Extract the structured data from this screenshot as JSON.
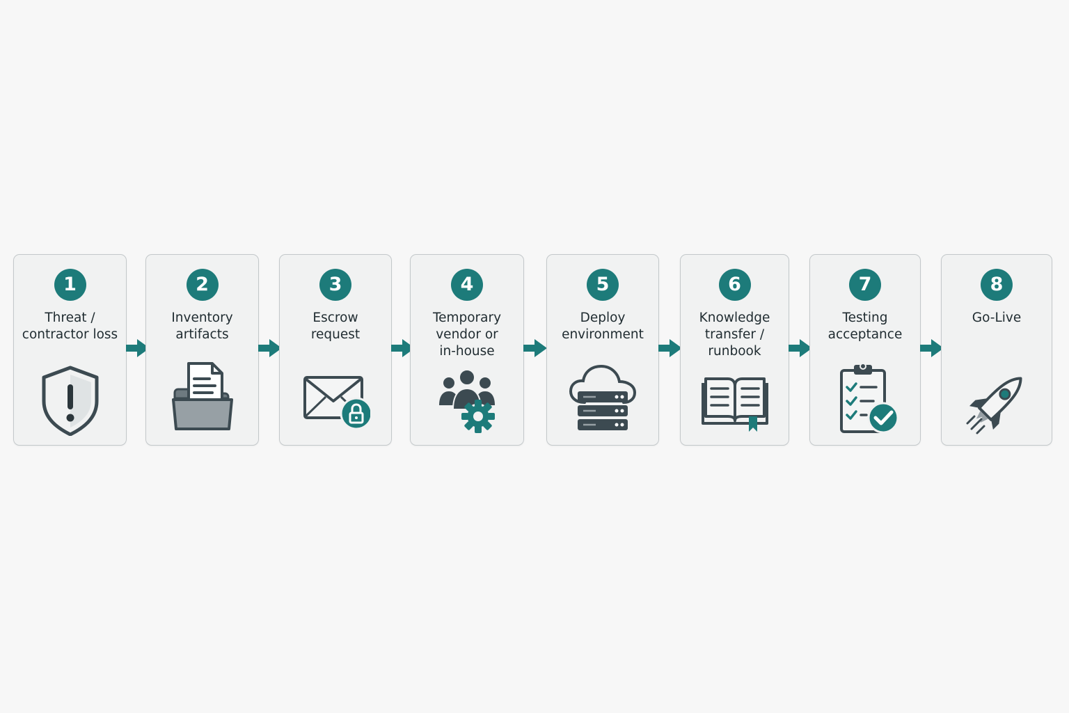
{
  "colors": {
    "accent": "#1d7b7a",
    "icon_dark": "#3c4a51",
    "icon_grey": "#97a0a5",
    "card_bg": "#f1f2f2",
    "card_border": "#c3c8ca",
    "page_bg": "#f7f7f7"
  },
  "steps": [
    {
      "number": "1",
      "line1": "Threat /",
      "line2": "contractor loss",
      "line3": "",
      "icon": "shield-alert-icon"
    },
    {
      "number": "2",
      "line1": "Inventory",
      "line2": "artifacts",
      "line3": "",
      "icon": "folder-document-icon"
    },
    {
      "number": "3",
      "line1": "Escrow",
      "line2": "request",
      "line3": "",
      "icon": "envelope-lock-icon"
    },
    {
      "number": "4",
      "line1": "Temporary",
      "line2": "vendor or",
      "line3": "in-house",
      "icon": "team-gear-icon"
    },
    {
      "number": "5",
      "line1": "Deploy",
      "line2": "environment",
      "line3": "",
      "icon": "cloud-server-icon"
    },
    {
      "number": "6",
      "line1": "Knowledge",
      "line2": "transfer /",
      "line3": "runbook",
      "icon": "open-book-icon"
    },
    {
      "number": "7",
      "line1": "Testing",
      "line2": "acceptance",
      "line3": "",
      "icon": "clipboard-check-icon"
    },
    {
      "number": "8",
      "line1": "Go-Live",
      "line2": "",
      "line3": "",
      "icon": "rocket-icon"
    }
  ]
}
